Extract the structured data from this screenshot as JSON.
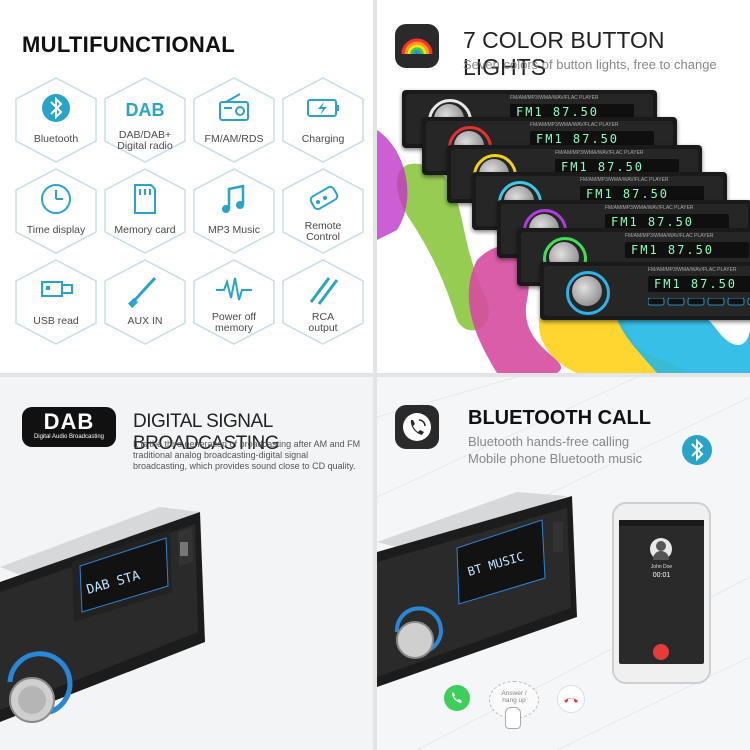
{
  "panel1": {
    "title": "MULTIFUNCTIONAL",
    "features": [
      {
        "label": "Bluetooth",
        "icon": "bluetooth-icon"
      },
      {
        "label": "DAB/DAB+\nDigital radio",
        "icon": "dab-icon"
      },
      {
        "label": "FM/AM/RDS",
        "icon": "radio-icon"
      },
      {
        "label": "Charging",
        "icon": "charging-icon"
      },
      {
        "label": "Time display",
        "icon": "clock-icon"
      },
      {
        "label": "Memory card",
        "icon": "memory-card-icon"
      },
      {
        "label": "MP3 Music",
        "icon": "music-note-icon"
      },
      {
        "label": "Remote\nControl",
        "icon": "remote-control-icon"
      },
      {
        "label": "USB read",
        "icon": "usb-icon"
      },
      {
        "label": "AUX IN",
        "icon": "aux-cable-icon"
      },
      {
        "label": "Power off\nmemory",
        "icon": "waveform-icon"
      },
      {
        "label": "RCA\noutput",
        "icon": "rca-cable-icon"
      }
    ],
    "accent": "#2aa3c9"
  },
  "panel2": {
    "title": "7 COLOR BUTTON LIGHTS",
    "subtitle": "Seven colors of button lights, free to change",
    "radio_colors": [
      "#e8e8e8",
      "#e53030",
      "#f2d21b",
      "#3ec7e8",
      "#b33ce0",
      "#3ee055",
      "#2db4e6"
    ],
    "lcd_text": "FM1 87.50",
    "model_text": "FM/AM/MP3/WMA/WAV/FLAC PLAYER"
  },
  "panel3": {
    "badge": "DAB",
    "badge_sub": "Digital Audio Broadcasting",
    "title": "DIGITAL SIGNAL BROADCASTING",
    "description": "It is the third generation of broadcasting after AM and FM traditional analog broadcasting-digital signal broadcasting, which provides sound close to CD quality.",
    "lcd_text": "DAB STA"
  },
  "panel4": {
    "title": "BLUETOOTH CALL",
    "line1": "Bluetooth hands-free calling",
    "line2": "Mobile phone Bluetooth music",
    "lcd_text": "BT MUSIC",
    "caller_name": "John Doe",
    "call_time": "00:01",
    "answer_label": "Answer /\nhang up"
  }
}
